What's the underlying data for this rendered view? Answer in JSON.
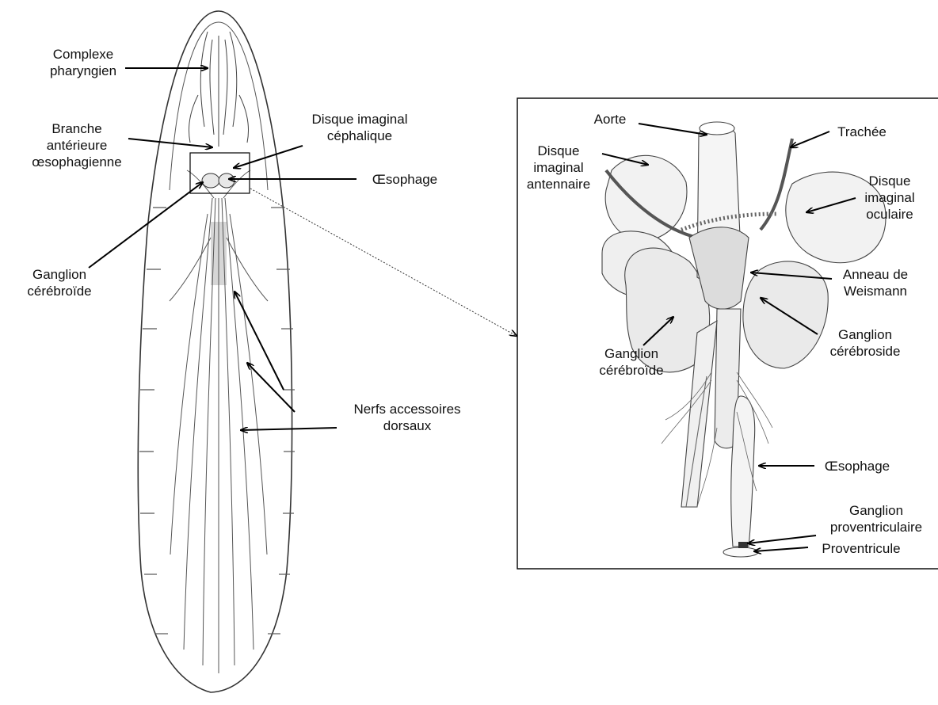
{
  "colors": {
    "ink": "#222222",
    "line": "#000000",
    "shade": "#cfcfcf",
    "paper": "#ffffff"
  },
  "larva": {
    "labels": {
      "complexe_pharyngien": "Complexe\npharyngien",
      "branche": "Branche\nantérieure\nœsophagienne",
      "disque_cephalique": "Disque imaginal\ncéphalique",
      "oesophage": "Œsophage",
      "ganglion_cerebroide": "Ganglion\ncérébroïde",
      "nerfs": "Nerfs accessoires\ndorsaux"
    }
  },
  "detail": {
    "labels": {
      "aorte": "Aorte",
      "trachee": "Trachée",
      "disque_antennaire": "Disque\nimaginal\nantennaire",
      "disque_oculaire": "Disque\nimaginal\noculaire",
      "anneau": "Anneau de\nWeismann",
      "ganglion_cerebroide": "Ganglion\ncérébroïde",
      "ganglion_cerebroside": "Ganglion\ncérébroside",
      "oesophage": "Œsophage",
      "ganglion_proventriculaire": "Ganglion\nproventriculaire",
      "proventricule": "Proventricule"
    }
  }
}
